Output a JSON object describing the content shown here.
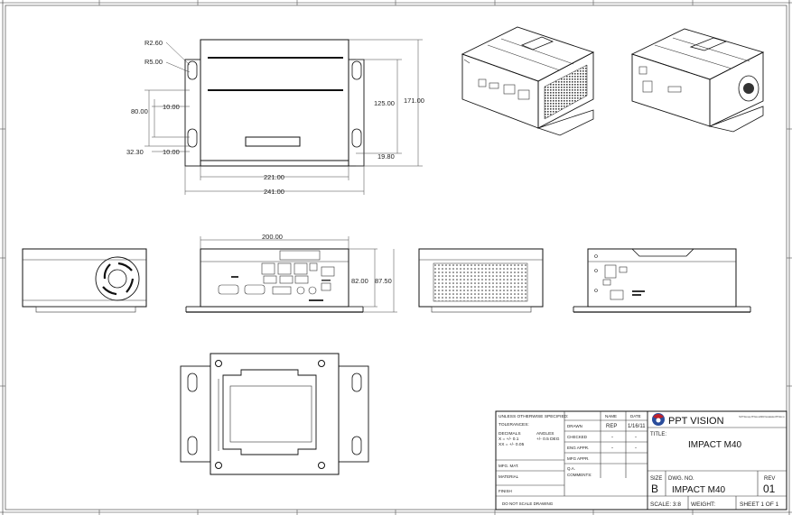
{
  "dimensions": {
    "r_top": "R2.60",
    "r_bottom": "R5.00",
    "d_80": "80.00",
    "d_10a": "10.00",
    "d_10b": "10.00",
    "d_32": "32.30",
    "d_125": "125.00",
    "d_171": "171.00",
    "d_19": "19.80",
    "d_221": "221.00",
    "d_241": "241.00",
    "d_200": "200.00",
    "d_82": "82.00",
    "d_87": "87.50"
  },
  "title_block": {
    "unless": "UNLESS OTHERWISE SPECIFIED:",
    "tolerances": "TOLERANCES:",
    "decimals": "DECIMALS",
    "x_tol": "X = +/- 0.1",
    "xx_tol": "XX = +/- 0.05",
    "angles": "ANGLES",
    "angles_tol": "+/- 0.5 DEG",
    "material": "MATERIAL",
    "finish": "FINISH",
    "mfg_label": "MFG. MAT.",
    "do_not_scale": "DO NOT SCALE DRAWING",
    "col_name": "NAME",
    "col_date": "DATE",
    "drawn": "DRAWN",
    "checked": "CHECKED",
    "eng_appr": "ENG APPR.",
    "mfg_appr": "MFG APPR.",
    "qa": "Q.A.",
    "comments": "COMMENTS:",
    "drawn_name": "REP",
    "drawn_date": "1/16/11",
    "dash": "-",
    "company": "PPT VISION",
    "company_fine": "The PPT Vision Logo, PPT Vision, and IMPACT are trademarks of PPT Vision, Inc.",
    "title_label": "TITLE:",
    "title": "IMPACT M40",
    "size_label": "SIZE",
    "size": "B",
    "dwg_label": "DWG. NO.",
    "dwg_no": "IMPACT M40",
    "rev_label": "REV",
    "rev": "01",
    "scale": "SCALE: 3:8",
    "weight": "WEIGHT:",
    "sheet": "SHEET 1 OF 1"
  },
  "colors": {
    "line": "#111111",
    "logo_blue": "#2a4d9c",
    "logo_red": "#c0202a"
  }
}
